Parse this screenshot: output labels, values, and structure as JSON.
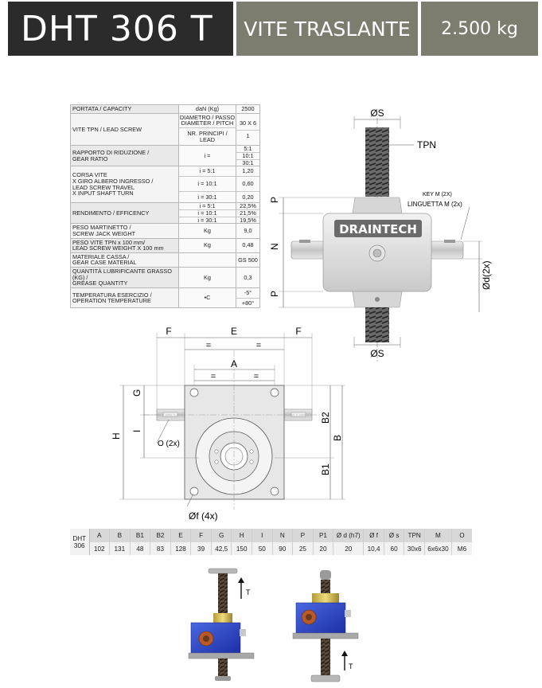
{
  "header": {
    "model": "DHT 306 T",
    "type": "VITE TRASLANTE",
    "weight": "2.500 kg"
  },
  "specs": {
    "capacity": {
      "label": "PORTATA / CAPACITY",
      "unit": "daN (Kg)",
      "value": "2500"
    },
    "screw": {
      "label": "VITE TPN / LEAD SCREW",
      "unit1": "DIAMETRO / PASSO",
      "unit1b": "DIAMETER / PITCH",
      "value1": "30 X 6",
      "unit2": "NR. PRINCIPI / LEAD",
      "value2": "1"
    },
    "ratio": {
      "label1": "RAPPORTO DI RIDUZIONE /",
      "label2": "GEAR RATIO",
      "unit": "i =",
      "v1": "5:1",
      "v2": "10:1",
      "v3": "30:1"
    },
    "travel": {
      "label1": "CORSA VITE",
      "label2": "X GIRO ALBERO INGRESSO /",
      "label3": "LEAD SCREW TRAVEL",
      "label4": "X INPUT SHAFT TURN",
      "u1": "i = 5:1",
      "u2": "i = 10:1",
      "u3": "i = 30:1",
      "v1": "1,20",
      "v2": "0,60",
      "v3": "0,20"
    },
    "efficiency": {
      "label": "RENDIMENTO / EFFICENCY",
      "u1": "i = 5:1",
      "u2": "i = 10:1",
      "u3": "i = 30:1",
      "v1": "22,5%",
      "v2": "21,5%",
      "v3": "19,5%"
    },
    "weight": {
      "label1": "PESO MARTINETTO /",
      "label2": "SCREW JACK WEIGHT",
      "unit": "Kg",
      "value": "9,0"
    },
    "screwweight": {
      "label1": "PESO VITE TPN x 100 mm/",
      "label2": "LEAD SCREW WEIGHT X 100 mm",
      "unit": "Kg",
      "value": "0,48"
    },
    "material": {
      "label1": "MATERIALE CASSA /",
      "label2": "GEAR CASE MATERIAL",
      "value": "GS 500"
    },
    "grease": {
      "label1": "QUANTITÀ LUBRIFICANTE GRASSO (KG) /",
      "label2": "GREASE QUANTITY",
      "unit": "Kg",
      "value": "0,3"
    },
    "temp": {
      "label1": "TEMPERATURA ESERCIZIO /",
      "label2": "OPERATION TEMPERATURE",
      "unit": "•C",
      "v1": "-5°",
      "v2": "+80°"
    }
  },
  "drawing_front": {
    "ds_top": "ØS",
    "ds_bottom": "ØS",
    "tpn": "TPN",
    "key1": "KEY M (2X)",
    "key2": "LINGUETTA M (2x)",
    "brand": "DRAINTECH",
    "p_top": "P",
    "n": "N",
    "p_bottom": "P",
    "dd": "Ød(2x)"
  },
  "drawing_top": {
    "f_left": "F",
    "e": "E",
    "f_right": "F",
    "eq1": "=",
    "eq2": "=",
    "eq3": "=",
    "eq4": "=",
    "a": "A",
    "g": "G",
    "i": "I",
    "h": "H",
    "o": "O (2x)",
    "b2": "B2",
    "b": "B",
    "b1": "B1",
    "of": "Øf (4x)"
  },
  "dim_table": {
    "headers": [
      "A",
      "B",
      "B1",
      "B2",
      "E",
      "F",
      "G",
      "H",
      "I",
      "N",
      "P",
      "P1",
      "Ø d (h7)",
      "Ø f",
      "Ø s",
      "TPN",
      "M",
      "O"
    ],
    "row_label1": "DHT",
    "row_label2": "306",
    "values": [
      "102",
      "131",
      "48",
      "83",
      "128",
      "39",
      "42,5",
      "150",
      "50",
      "90",
      "25",
      "20",
      "20",
      "10,4",
      "60",
      "30x6",
      "6x6x30",
      "M6"
    ]
  },
  "photos": {
    "left_arrow": "T",
    "right_arrow": "T"
  }
}
